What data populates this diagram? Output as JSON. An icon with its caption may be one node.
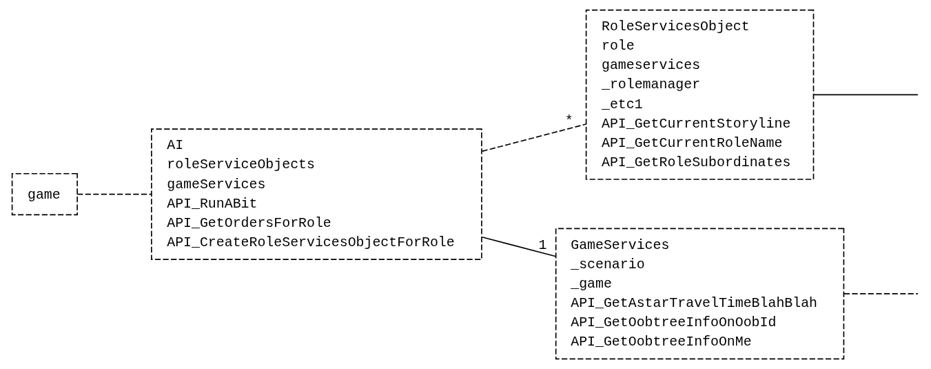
{
  "diagram": {
    "nodes": [
      {
        "text": [
          "game"
        ]
      },
      {
        "text": [
          "AI",
          "roleServiceObjects",
          "gameServices",
          "API_RunABit",
          "API_GetOrdersForRole",
          "API_CreateRoleServicesObjectForRole"
        ]
      },
      {
        "text": [
          "RoleServicesObject",
          "role",
          "gameservices",
          "_rolemanager",
          "_etc1",
          "API_GetCurrentStoryline",
          "API_GetCurrentRoleName",
          "API_GetRoleSubordinates"
        ]
      },
      {
        "text": [
          "GameServices",
          "_scenario",
          "_game",
          "API_GetAstarTravelTimeBlahBlah",
          "API_GetOobtreeInfoOnOobId",
          "API_GetOobtreeInfoOnMe"
        ]
      }
    ],
    "edges": [
      {
        "from": 0,
        "to": 1,
        "arrow": "none",
        "style": "dashed"
      },
      {
        "from": 1,
        "to": 2,
        "arrow": "none",
        "style": "dashed",
        "label": "*"
      },
      {
        "from": 1,
        "to": 3,
        "arrow": "none",
        "label": "1"
      },
      {
        "from": 2,
        "to": null,
        "arrow": "none"
      },
      {
        "from": 3,
        "to": null,
        "arrow": "none",
        "style": "dashed"
      }
    ]
  }
}
